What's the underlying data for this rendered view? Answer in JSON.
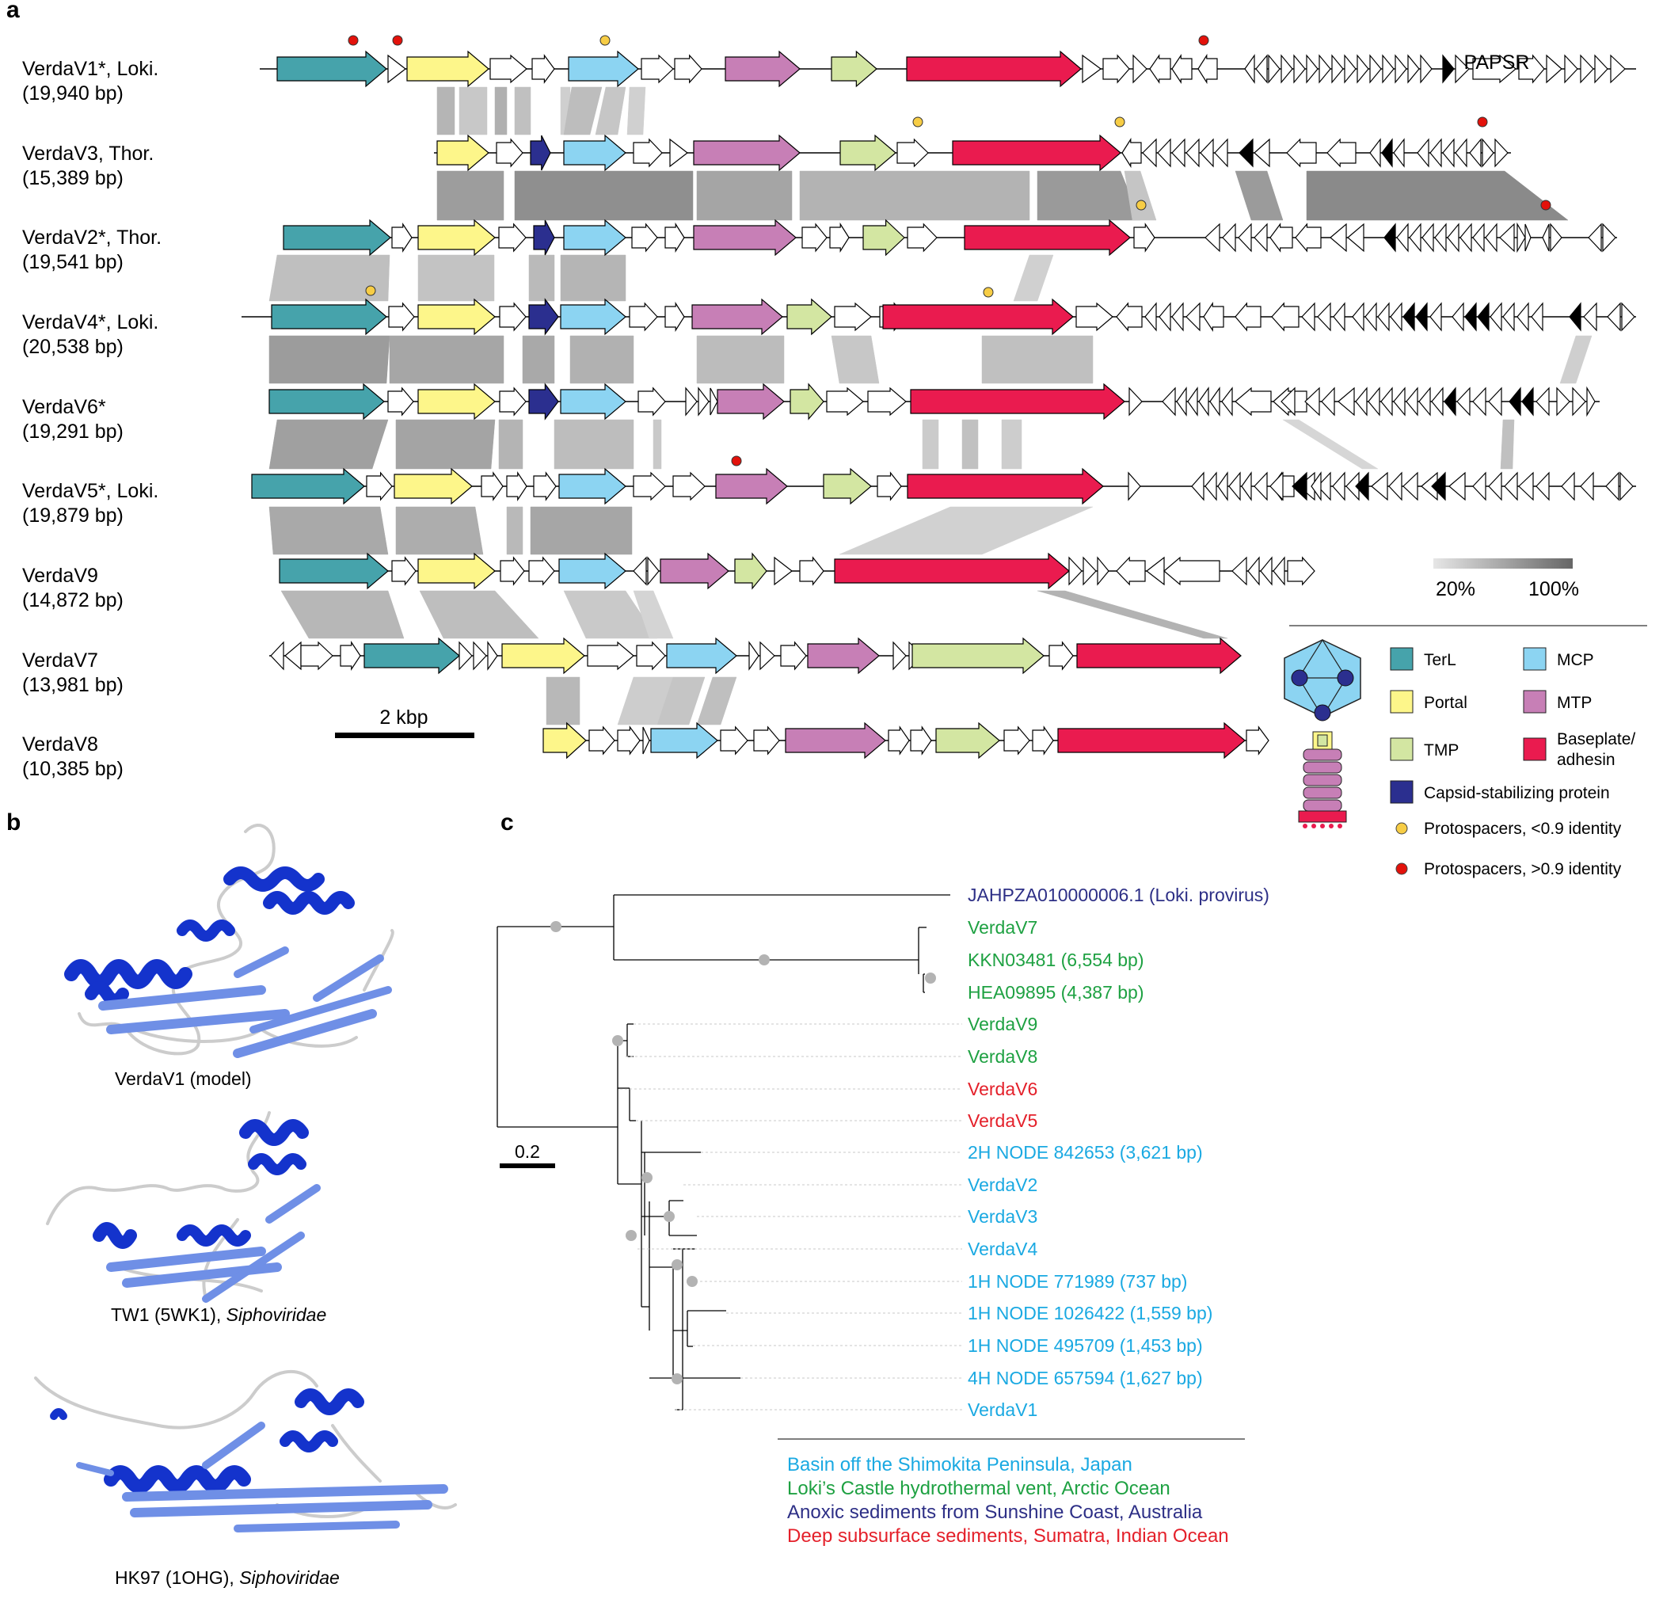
{
  "panels": {
    "a": "a",
    "b": "b",
    "c": "c"
  },
  "colors": {
    "TerL": "#46a3ab",
    "Portal": "#fdf68a",
    "TMP": "#d3e6a2",
    "MCP": "#8cd4f2",
    "MTP": "#c77fb6",
    "Baseplate": "#ea1b4f",
    "Capsid": "#2b2f8f",
    "yellow_dot": "#f7cd45",
    "red_dot": "#e3120b",
    "tree_green": "#1ea142",
    "tree_red": "#e4202a",
    "tree_cyan": "#1aa9e2",
    "tree_navy": "#2d2f86"
  },
  "genomes": [
    {
      "name": "VerdaV1*, Loki.",
      "size": "(19,940 bp)"
    },
    {
      "name": "VerdaV3, Thor.",
      "size": "(15,389 bp)"
    },
    {
      "name": "VerdaV2*, Thor.",
      "size": "(19,541 bp)"
    },
    {
      "name": "VerdaV4*, Loki.",
      "size": "(20,538 bp)"
    },
    {
      "name": "VerdaV6*",
      "size": "(19,291 bp)"
    },
    {
      "name": "VerdaV5*, Loki.",
      "size": "(19,879 bp)"
    },
    {
      "name": "VerdaV9",
      "size": "(14,872 bp)"
    },
    {
      "name": "VerdaV7",
      "size": "(13,981 bp)"
    },
    {
      "name": "VerdaV8",
      "size": "(10,385 bp)"
    }
  ],
  "papsr_label": "PAPSR",
  "scale_bar_a": "2 kbp",
  "identity_scale": {
    "low": "20%",
    "high": "100%"
  },
  "legend": {
    "TerL": "TerL",
    "MCP": "MCP",
    "Portal": "Portal",
    "MTP": "MTP",
    "TMP": "TMP",
    "Baseplate_1": "Baseplate/",
    "Baseplate_2": "adhesin",
    "Capsid": "Capsid-stabilizing protein",
    "proto_low": "Protospacers, <0.9 identity",
    "proto_high": "Protospacers, >0.9 identity"
  },
  "structures": [
    {
      "name": "VerdaV1 (model)",
      "family": ""
    },
    {
      "name": "TW1 (5WK1), ",
      "family": "Siphoviridae"
    },
    {
      "name": "HK97 (1OHG), ",
      "family": "Siphoviridae"
    }
  ],
  "tree": {
    "scale": "0.2",
    "leaves": [
      {
        "label": "JAHPZA010000006.1 (Loki. provirus)",
        "group": "navy"
      },
      {
        "label": "VerdaV7",
        "group": "green"
      },
      {
        "label": "KKN03481 (6,554 bp)",
        "group": "green"
      },
      {
        "label": "HEA09895 (4,387 bp)",
        "group": "green"
      },
      {
        "label": "VerdaV9",
        "group": "green"
      },
      {
        "label": "VerdaV8",
        "group": "green"
      },
      {
        "label": "VerdaV6",
        "group": "red"
      },
      {
        "label": "VerdaV5",
        "group": "red"
      },
      {
        "label": "2H NODE 842653 (3,621 bp)",
        "group": "cyan"
      },
      {
        "label": "VerdaV2",
        "group": "cyan"
      },
      {
        "label": "VerdaV3",
        "group": "cyan"
      },
      {
        "label": "VerdaV4",
        "group": "cyan"
      },
      {
        "label": "1H NODE 771989 (737 bp)",
        "group": "cyan"
      },
      {
        "label": "1H NODE 1026422 (1,559 bp)",
        "group": "cyan"
      },
      {
        "label": "1H NODE 495709 (1,453 bp)",
        "group": "cyan"
      },
      {
        "label": "4H NODE 657594 (1,627 bp)",
        "group": "cyan"
      },
      {
        "label": "VerdaV1",
        "group": "cyan"
      }
    ],
    "locations": [
      {
        "label": "Basin off the Shimokita Peninsula, Japan",
        "group": "cyan"
      },
      {
        "label": "Loki’s Castle hydrothermal vent, Arctic Ocean",
        "group": "green"
      },
      {
        "label": "Anoxic sediments from Sunshine Coast, Australia",
        "group": "navy"
      },
      {
        "label": "Deep subsurface sediments, Sumatra, Indian Ocean",
        "group": "red"
      }
    ]
  }
}
